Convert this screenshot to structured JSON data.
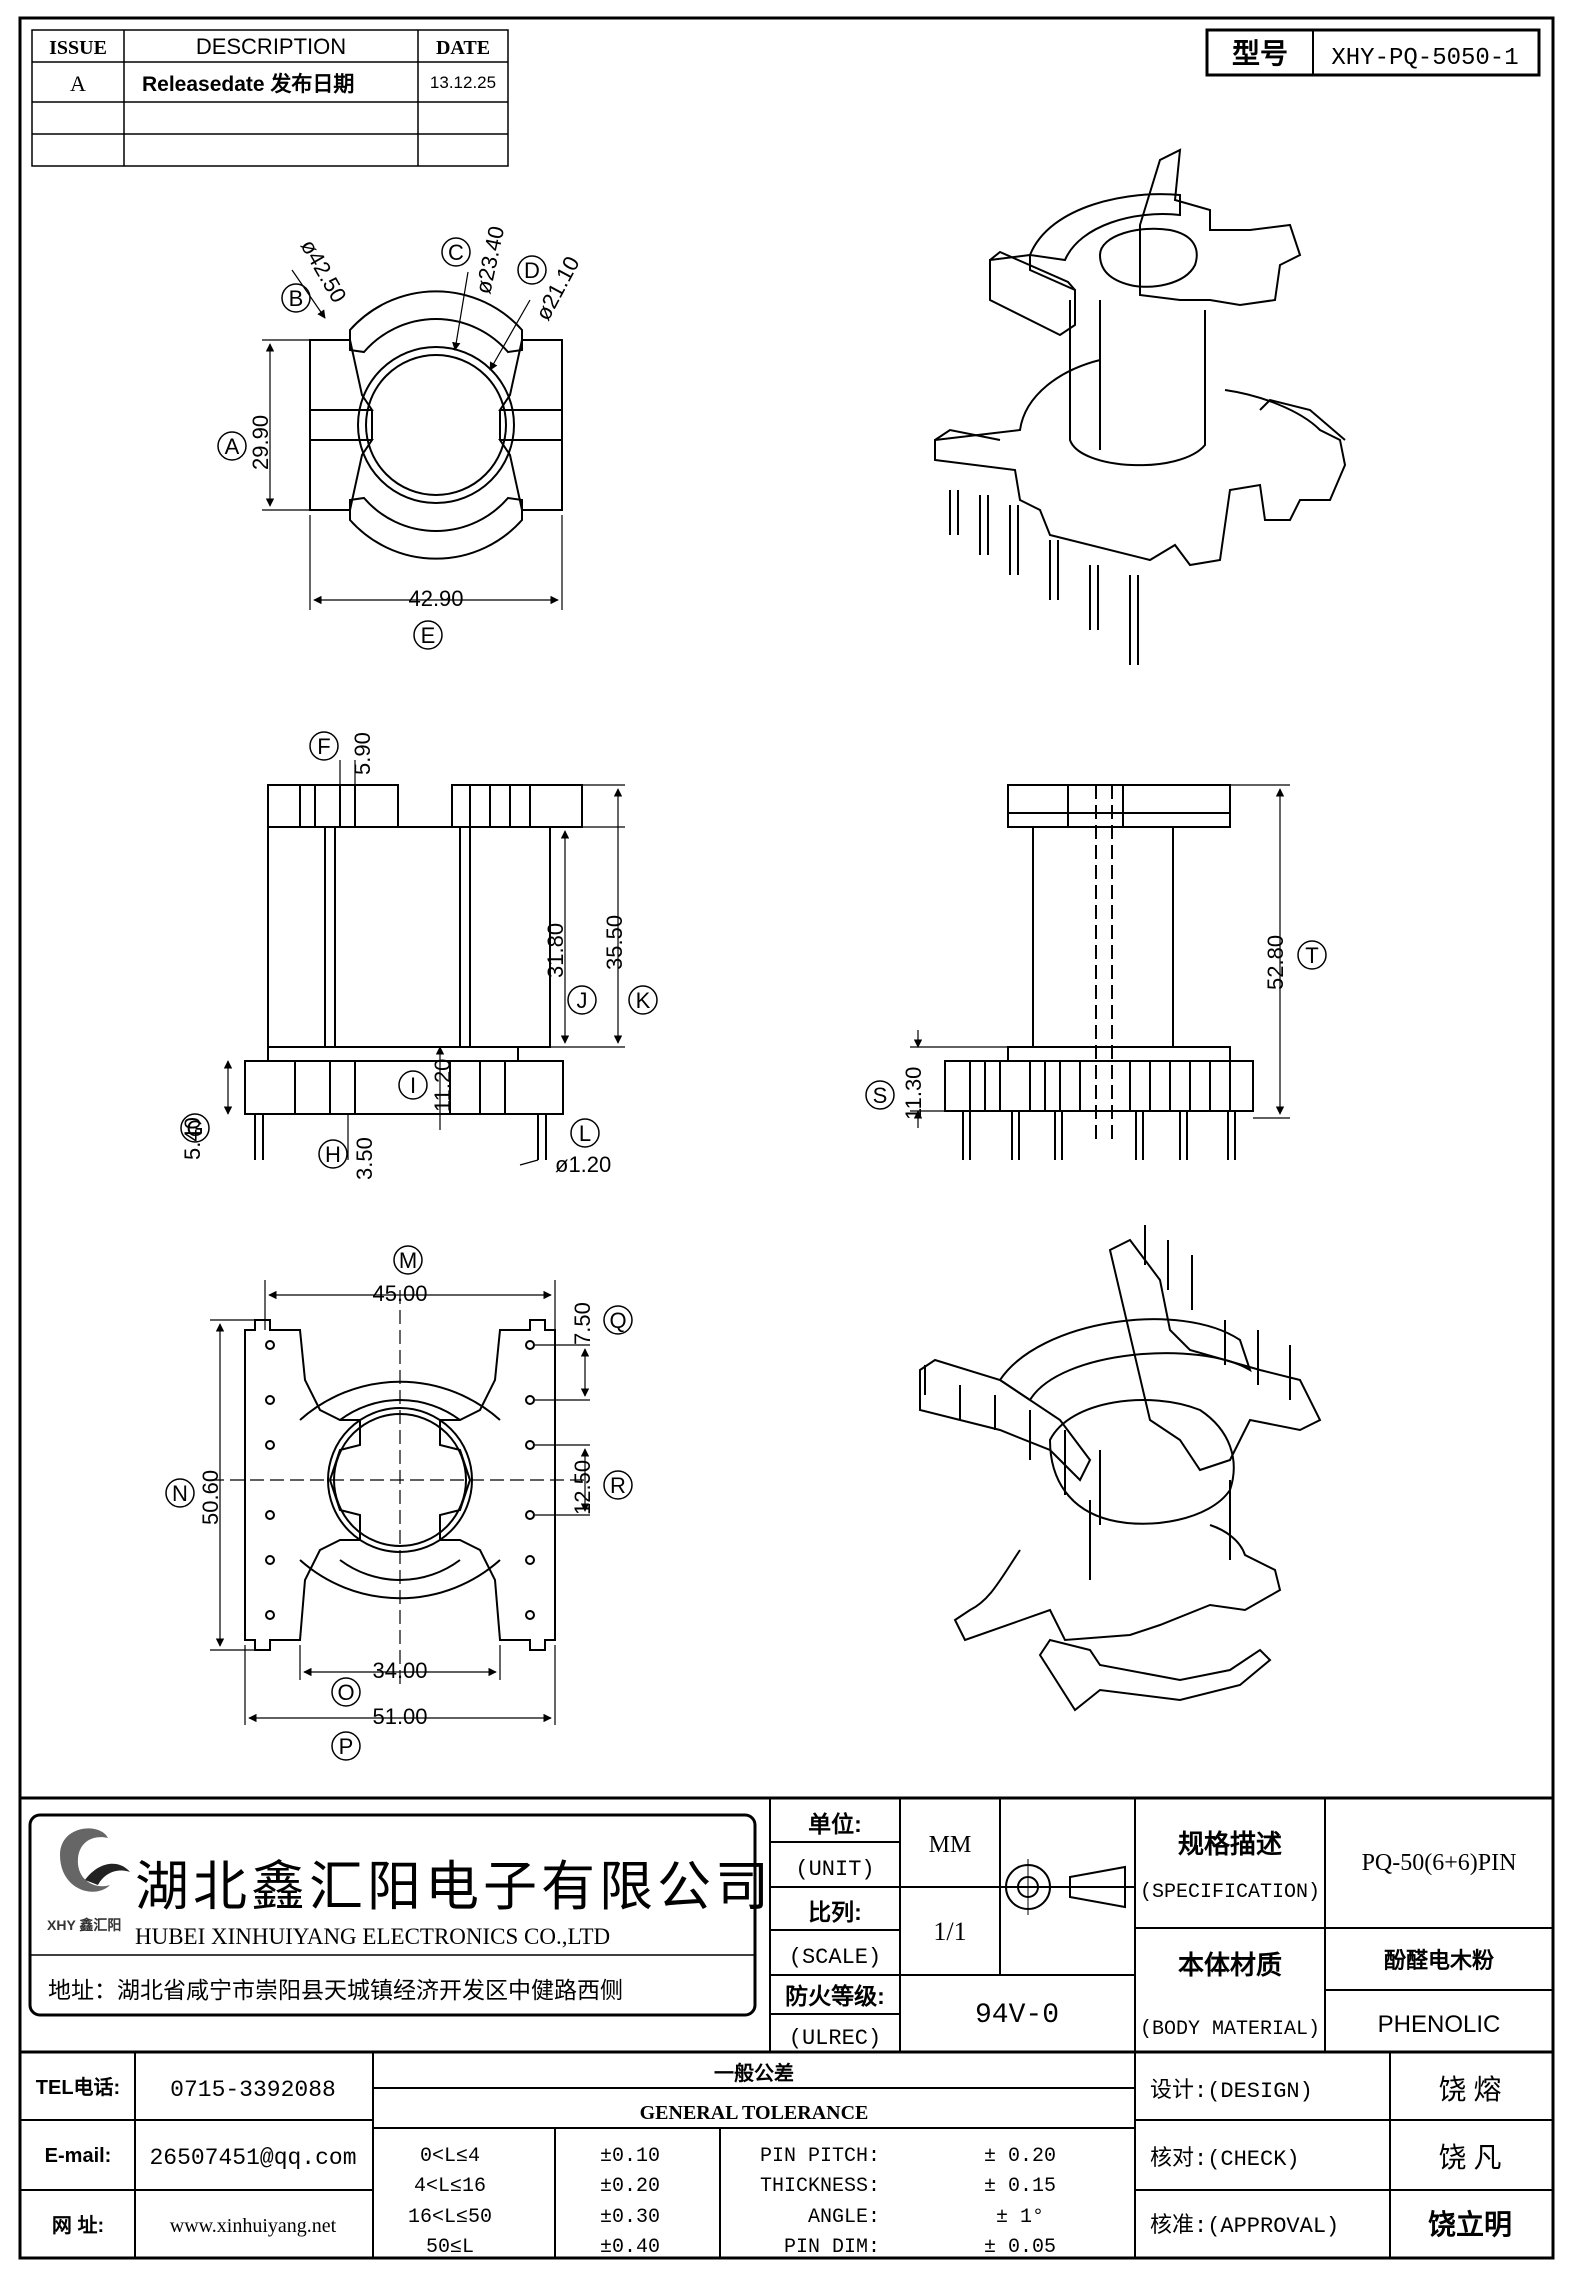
{
  "revision": {
    "headers": [
      "ISSUE",
      "DESCRIPTION",
      "DATE"
    ],
    "rows": [
      [
        "A",
        "Releasedate 发布日期",
        "13.12.25"
      ],
      [
        "",
        "",
        ""
      ],
      [
        "",
        "",
        ""
      ]
    ]
  },
  "model": {
    "label": "型号",
    "value": "XHY-PQ-5050-1"
  },
  "dims": {
    "top": {
      "B": "B",
      "B_val": "ø42.50",
      "C": "C",
      "C_val": "ø23.40",
      "D": "D",
      "D_val": "ø21.10",
      "A": "A",
      "A_val": "29.90",
      "E": "E",
      "E_val": "42.90"
    },
    "side": {
      "F": "F",
      "F_val": "5.90",
      "J": "J",
      "J_val": "31.80",
      "K": "K",
      "K_val": "35.50",
      "I": "I",
      "I_val": "11.20",
      "G": "G",
      "G_val": "5.40",
      "H": "H",
      "H_val": "3.50",
      "L": "L",
      "L_val": "ø1.20"
    },
    "front": {
      "S": "S",
      "S_val": "11.30",
      "T": "T",
      "T_val": "52.80"
    },
    "bottom": {
      "M": "M",
      "M_val": "45.00",
      "Q": "Q",
      "Q_val": "7.50",
      "N": "N",
      "N_val": "50.60",
      "R": "R",
      "R_val": "12.50",
      "O": "O",
      "O_val": "34.00",
      "P": "P",
      "P_val": "51.00"
    }
  },
  "company": {
    "name_cn": "湖北鑫汇阳电子有限公司",
    "name_en": "HUBEI XINHUIYANG ELECTRONICS CO.,LTD",
    "address": "地址：湖北省咸宁市崇阳县天城镇经济开发区中健路西侧",
    "logo_text": "XHY 鑫汇阳"
  },
  "spec": {
    "unit_label_cn": "单位:",
    "unit_label_en": "(UNIT)",
    "unit_value": "MM",
    "scale_label_cn": "比列:",
    "scale_label_en": "(SCALE)",
    "scale_value": "1/1",
    "fire_label_cn": "防火等级:",
    "fire_label_en": "(ULREC)",
    "fire_value": "94V-0",
    "spec_label_cn": "规格描述",
    "spec_label_en": "(SPECIFICATION)",
    "spec_value": "PQ-50(6+6)PIN",
    "mat_label_cn": "本体材质",
    "mat_label_en": "(BODY MATERIAL)",
    "mat_value_cn": "酚醛电木粉",
    "mat_value_en": "PHENOLIC"
  },
  "contact": {
    "tel_label": "TEL电话:",
    "tel": "0715-3392088",
    "email_label": "E-mail:",
    "email": "26507451@qq.com",
    "web_label": "网  址:",
    "web": "www.xinhuiyang.net"
  },
  "tolerance": {
    "title_cn": "一般公差",
    "title_en": "GENERAL TOLERANCE",
    "rows": [
      [
        "0<L≤4",
        "±0.10",
        "PIN PITCH:",
        "± 0.20"
      ],
      [
        "4<L≤16",
        "±0.20",
        "THICKNESS:",
        "± 0.15"
      ],
      [
        "16<L≤50",
        "±0.30",
        "ANGLE:",
        "± 1°"
      ],
      [
        "50≤L",
        "±0.40",
        "PIN DIM:",
        "± 0.05"
      ]
    ]
  },
  "approval": {
    "design_label": "设计:(DESIGN)",
    "design_name": "饶  熔",
    "check_label": "核对:(CHECK)",
    "check_name": "饶  凡",
    "approve_label": "核准:(APPROVAL)",
    "approve_name": "饶立明"
  }
}
